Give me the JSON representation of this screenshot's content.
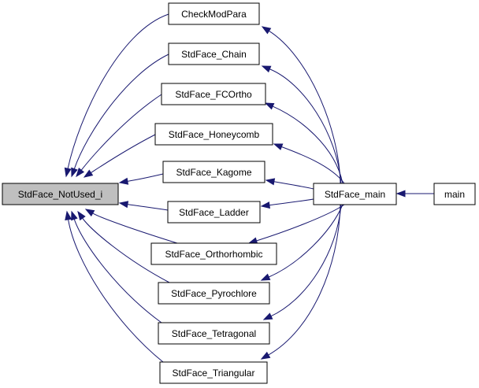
{
  "graph": {
    "colors": {
      "edge": "#191970",
      "node_fill": "#ffffff",
      "highlight_fill": "#bfbfbf",
      "border": "#000000"
    },
    "nodes": [
      {
        "id": "notused",
        "label": "StdFace_NotUsed_i",
        "highlight": true
      },
      {
        "id": "checkmodpara",
        "label": "CheckModPara"
      },
      {
        "id": "chain",
        "label": "StdFace_Chain"
      },
      {
        "id": "fcortho",
        "label": "StdFace_FCOrtho"
      },
      {
        "id": "honeycomb",
        "label": "StdFace_Honeycomb"
      },
      {
        "id": "kagome",
        "label": "StdFace_Kagome"
      },
      {
        "id": "ladder",
        "label": "StdFace_Ladder"
      },
      {
        "id": "orthorhombic",
        "label": "StdFace_Orthorhombic"
      },
      {
        "id": "pyrochlore",
        "label": "StdFace_Pyrochlore"
      },
      {
        "id": "tetragonal",
        "label": "StdFace_Tetragonal"
      },
      {
        "id": "triangular",
        "label": "StdFace_Triangular"
      },
      {
        "id": "stdmain",
        "label": "StdFace_main"
      },
      {
        "id": "main",
        "label": "main"
      }
    ],
    "edges": [
      {
        "from": "checkmodpara",
        "to": "notused"
      },
      {
        "from": "chain",
        "to": "notused"
      },
      {
        "from": "fcortho",
        "to": "notused"
      },
      {
        "from": "honeycomb",
        "to": "notused"
      },
      {
        "from": "kagome",
        "to": "notused"
      },
      {
        "from": "ladder",
        "to": "notused"
      },
      {
        "from": "orthorhombic",
        "to": "notused"
      },
      {
        "from": "pyrochlore",
        "to": "notused"
      },
      {
        "from": "tetragonal",
        "to": "notused"
      },
      {
        "from": "triangular",
        "to": "notused"
      },
      {
        "from": "stdmain",
        "to": "checkmodpara"
      },
      {
        "from": "stdmain",
        "to": "chain"
      },
      {
        "from": "stdmain",
        "to": "fcortho"
      },
      {
        "from": "stdmain",
        "to": "honeycomb"
      },
      {
        "from": "stdmain",
        "to": "kagome"
      },
      {
        "from": "stdmain",
        "to": "ladder"
      },
      {
        "from": "stdmain",
        "to": "orthorhombic"
      },
      {
        "from": "stdmain",
        "to": "pyrochlore"
      },
      {
        "from": "stdmain",
        "to": "tetragonal"
      },
      {
        "from": "stdmain",
        "to": "triangular"
      },
      {
        "from": "main",
        "to": "stdmain"
      }
    ]
  }
}
